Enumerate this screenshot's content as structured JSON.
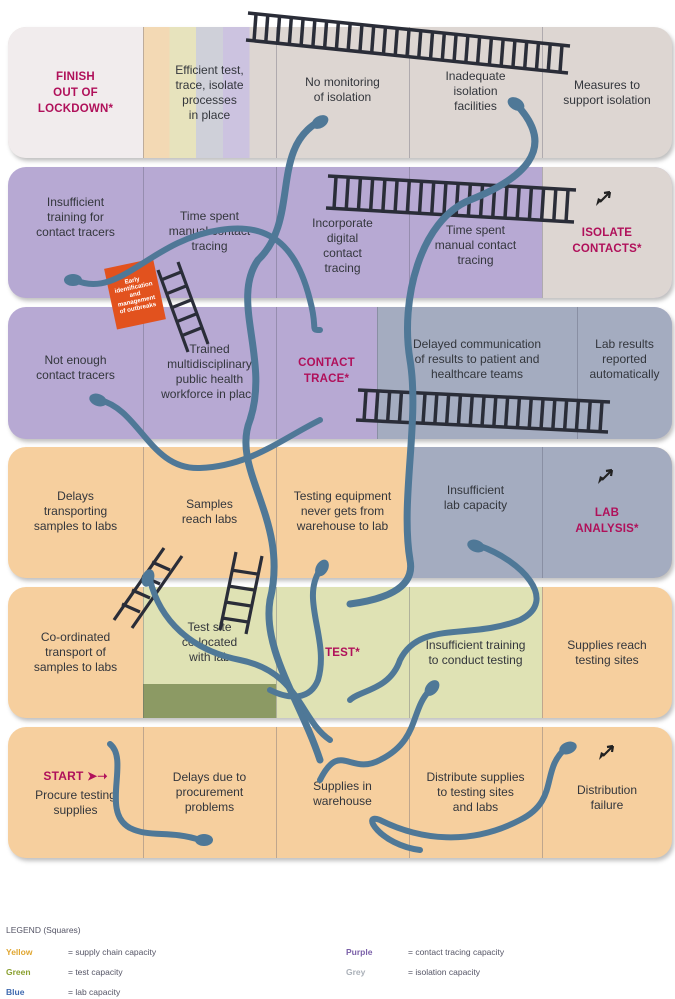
{
  "rows": [
    {
      "cells": [
        {
          "label": "FINISH\nOUT OF\nLOCKDOWN*"
        },
        {
          "text": "Efficient test,\ntrace, isolate\nprocesses\nin place"
        },
        {
          "text": "No monitoring\nof isolation"
        },
        {
          "text": "Inadequate\nisolation\nfacilities"
        },
        {
          "text": "Measures to\nsupport isolation"
        }
      ]
    },
    {
      "cells": [
        {
          "text": "Insufficient\ntraining for\ncontact tracers"
        },
        {
          "text": "Time spent\nmanual contact\ntracing"
        },
        {
          "text": "Incorporate\ndigital\ncontact\ntracing"
        },
        {
          "text": "Time spent\nmanual contact\ntracing"
        },
        {
          "label": "ISOLATE\nCONTACTS*"
        }
      ]
    },
    {
      "cells": [
        {
          "text": "Not enough\ncontact tracers"
        },
        {
          "text": "Trained\nmultidisciplinary\npublic health\nworkforce in place"
        },
        {
          "label": "CONTACT\nTRACE*"
        },
        {
          "text": "Delayed communication\nof results to patient and\nhealthcare teams"
        },
        {
          "text": "Lab results\nreported\nautomatically"
        }
      ]
    },
    {
      "cells": [
        {
          "text": "Delays\ntransporting\nsamples to labs"
        },
        {
          "text": "Samples\nreach labs"
        },
        {
          "text": "Testing equipment\nnever gets from\nwarehouse to lab"
        },
        {
          "text": "Insufficient\nlab capacity"
        },
        {
          "label": "LAB\nANALYSIS*"
        }
      ]
    },
    {
      "cells": [
        {
          "text": "Co-ordinated\ntransport of\nsamples to labs"
        },
        {
          "text": "Test site\nco-located\nwith lab"
        },
        {
          "label": "TEST*"
        },
        {
          "text": "Insufficient training\nto conduct testing"
        },
        {
          "text": "Supplies reach\ntesting sites"
        }
      ]
    },
    {
      "cells": [
        {
          "label": "START",
          "sub": "Procure testing\nsupplies"
        },
        {
          "text": "Delays due to\nprocurement\nproblems"
        },
        {
          "text": "Supplies in\nwarehouse"
        },
        {
          "text": "Distribute supplies\nto testing sites\nand labs"
        },
        {
          "text": "Distribution\nfailure"
        }
      ]
    }
  ],
  "callout": "Early identification\nand management\nof outbreaks",
  "legend": {
    "title": "LEGEND (Squares)",
    "items": [
      {
        "key": "Yellow",
        "desc": "= supply chain capacity",
        "color": "#e0a630"
      },
      {
        "key": "Green",
        "desc": "= test capacity",
        "color": "#8aa030"
      },
      {
        "key": "Blue",
        "desc": "= lab capacity",
        "color": "#3f6ab0"
      },
      {
        "key": "Purple",
        "desc": "= contact tracing capacity",
        "color": "#7a5fa8"
      },
      {
        "key": "Grey",
        "desc": "= isolation capacity",
        "color": "#aab0b8"
      }
    ]
  },
  "colors": {
    "supply": "#f6cf9e",
    "test": "#dfe2b4",
    "test_dark": "#8c9a64",
    "lab": "#a4acc0",
    "tracing": "#b7a9d3",
    "isolation": "#ddd6d2",
    "finish": "#f1eced",
    "snake": "#4f7897",
    "ladder": "#2a2d38",
    "accent": "#b0105a"
  },
  "icons": [
    "arrow-icon",
    "dart-icon",
    "snake",
    "ladder"
  ]
}
